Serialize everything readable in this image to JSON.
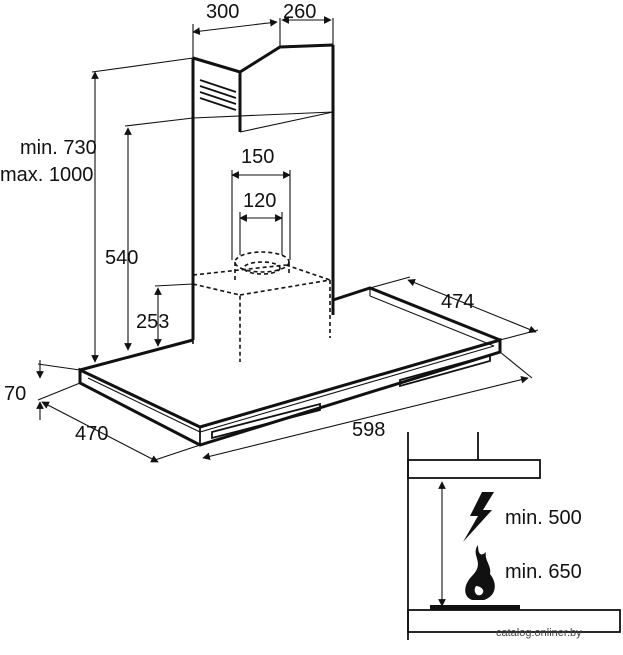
{
  "dimensions": {
    "chimney_width": "300",
    "chimney_depth": "260",
    "total_height": "min. 730",
    "total_height_max": "max. 1000",
    "chimney_height": "540",
    "outlet_outer": "150",
    "outlet_inner": "120",
    "motor_height": "253",
    "canopy_height": "70",
    "canopy_depth_left": "470",
    "canopy_depth_right": "474",
    "canopy_width": "598"
  },
  "clearance": {
    "electric": "min. 500",
    "gas": "min. 650",
    "electric_icon": "lightning-bolt-icon",
    "gas_icon": "flame-icon"
  },
  "watermark": "catalog.onliner.by"
}
